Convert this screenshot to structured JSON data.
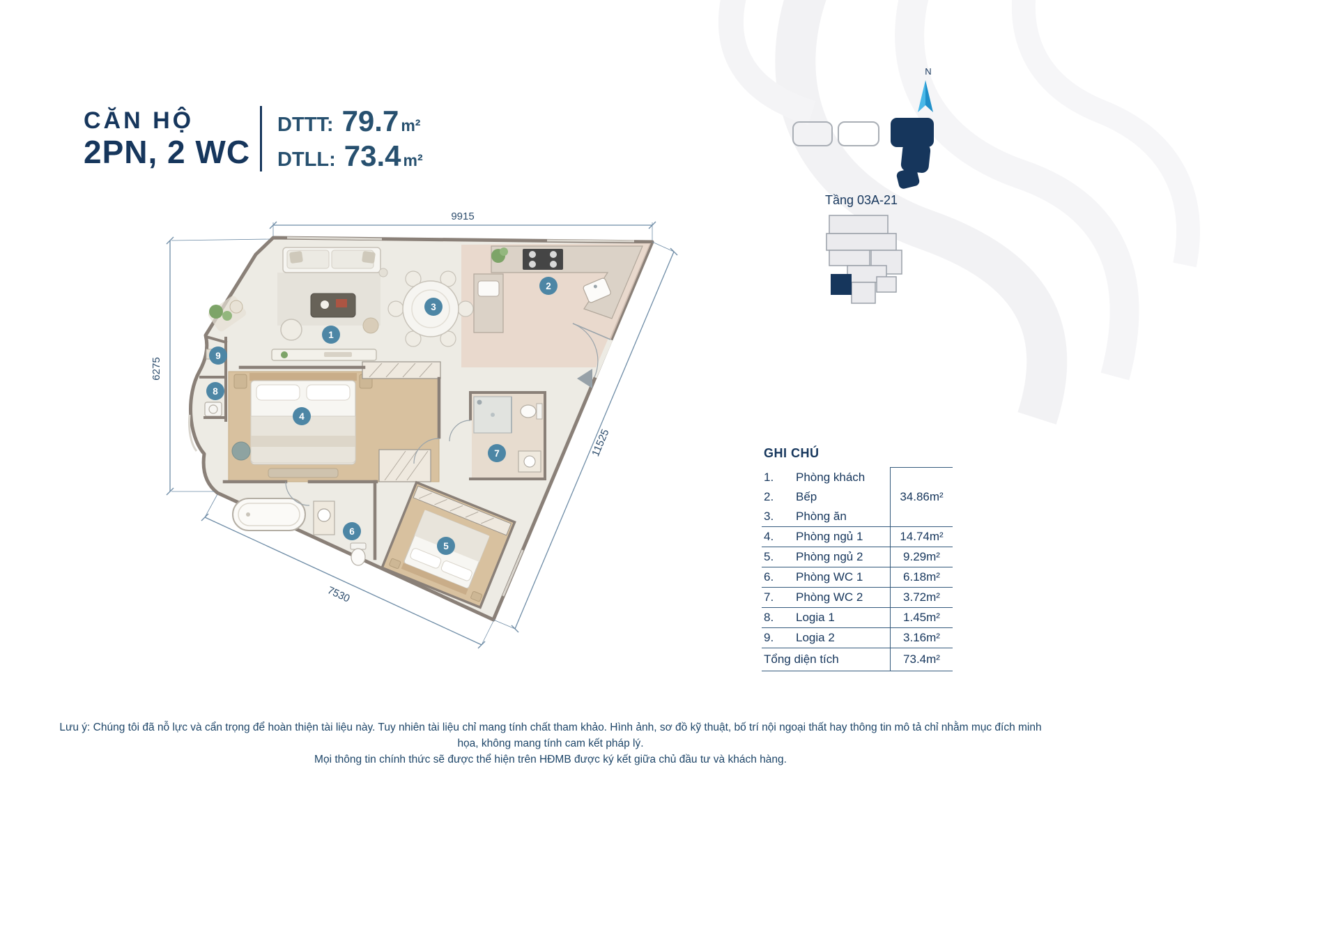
{
  "header": {
    "title_line1": "CĂN HỘ",
    "title_line2": "2PN, 2 WC",
    "dttt_label": "DTTT:",
    "dttt_value": "79.7",
    "dttt_unit": "m²",
    "dtll_label": "DTLL:",
    "dtll_value": "73.4",
    "dtll_unit": "m²"
  },
  "locator": {
    "compass_label": "N",
    "floor_label": "Tầng 03A-21"
  },
  "floorplan": {
    "dim_top": "9915",
    "dim_left": "6275",
    "dim_right": "11525",
    "dim_bottom": "7530",
    "markers": [
      "1",
      "2",
      "3",
      "4",
      "5",
      "6",
      "7",
      "8",
      "9"
    ]
  },
  "legend": {
    "title": "GHI CHÚ",
    "rows": [
      {
        "num": "1.",
        "name": "Phòng khách"
      },
      {
        "num": "2.",
        "name": "Bếp"
      },
      {
        "num": "3.",
        "name": "Phòng ăn"
      },
      {
        "num": "4.",
        "name": "Phòng ngủ 1",
        "area": "14.74m²"
      },
      {
        "num": "5.",
        "name": "Phòng ngủ 2",
        "area": "9.29m²"
      },
      {
        "num": "6.",
        "name": "Phòng WC 1",
        "area": "6.18m²"
      },
      {
        "num": "7.",
        "name": "Phòng WC 2",
        "area": "3.72m²"
      },
      {
        "num": "8.",
        "name": "Logia 1",
        "area": "1.45m²"
      },
      {
        "num": "9.",
        "name": "Logia 2",
        "area": "3.16m²"
      }
    ],
    "group_area": "34.86m²",
    "total_label": "Tổng diện tích",
    "total_value": "73.4m²"
  },
  "footer": {
    "line1": "Lưu ý: Chúng tôi đã nỗ lực và cẩn trọng để hoàn thiện tài liệu này. Tuy nhiên tài liệu chỉ mang tính chất tham khảo. Hình ảnh, sơ đồ kỹ thuật, bố trí nội ngoại thất hay thông tin mô tả chỉ nhằm mục đích minh họa, không mang tính cam kết pháp lý.",
    "line2": "Mọi thông tin chính thức sẽ được thể hiện trên HĐMB được ký kết giữa chủ đầu tư và khách hàng."
  },
  "colors": {
    "navy": "#16365c",
    "marker_blue": "#4d86a5",
    "compass_blue": "#49b8e8",
    "dim_text": "#2c4c6c",
    "wall": "#8a8078",
    "wood_floor": "#d8c19f",
    "tile_floor": "#edebe4"
  }
}
